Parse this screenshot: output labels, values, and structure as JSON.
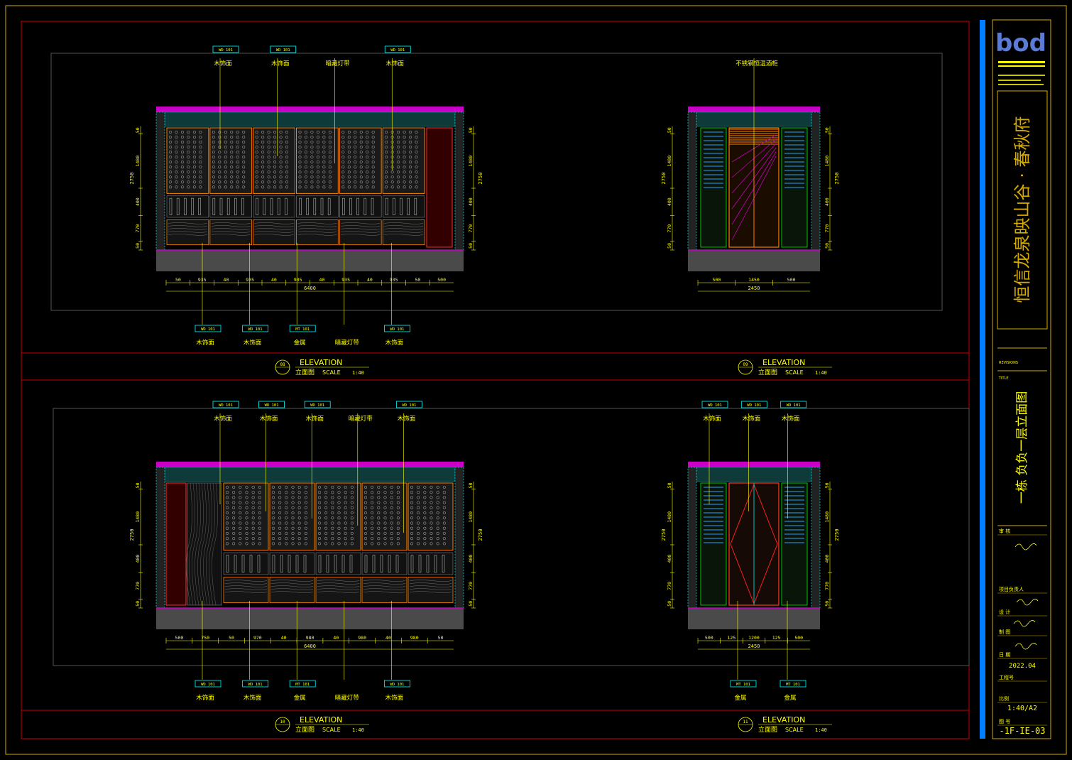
{
  "title_block": {
    "logo_text": "bod",
    "project_name": "恒信龙泉映山谷 · 春秋府",
    "sheet_title": "一栋 负负一层立面图",
    "date": "2022.04",
    "scale": "1:40/A2",
    "drawing_no": "-1F-IE-03",
    "row_labels": [
      "审 核",
      "项目负责人",
      "设 计",
      "制 图",
      "日 期",
      "工程号",
      "比例",
      "图 号"
    ],
    "revisions_label": "REVISIONS",
    "title_label": "TITLE"
  },
  "views": [
    {
      "id": "08",
      "title": "ELEVATION",
      "subtitle": "立面图",
      "scale_label": "SCALE",
      "scale_value": "1:40",
      "dims": [
        "50",
        "935",
        "40",
        "935",
        "40",
        "935",
        "40",
        "935",
        "40",
        "935",
        "50",
        "500"
      ],
      "total": "6400",
      "top_tags": [
        {
          "code": "WD 101",
          "desc": "木饰面"
        },
        {
          "code": "WD 101",
          "desc": "木饰面"
        },
        {
          "code": "",
          "desc": "暗藏灯带"
        },
        {
          "code": "WD 101",
          "desc": "木饰面"
        }
      ],
      "bottom_tags": [
        {
          "code": "WD 101",
          "desc": "木饰面"
        },
        {
          "code": "WD 101",
          "desc": "木饰面"
        },
        {
          "code": "MT 101",
          "desc": "金属"
        },
        {
          "code": "",
          "desc": "暗藏灯带"
        },
        {
          "code": "WD 101",
          "desc": "木饰面"
        }
      ]
    },
    {
      "id": "09",
      "title": "ELEVATION",
      "subtitle": "立面图",
      "scale_label": "SCALE",
      "scale_value": "1:40",
      "dims": [
        "500",
        "1450",
        "500"
      ],
      "total": "2450",
      "top_tags": [
        {
          "code": "",
          "desc": "不锈钢恒温酒柜"
        }
      ],
      "bottom_tags": []
    },
    {
      "id": "10",
      "title": "ELEVATION",
      "subtitle": "立面图",
      "scale_label": "SCALE",
      "scale_value": "1:40",
      "dims": [
        "500",
        "750",
        "50",
        "970",
        "40",
        "980",
        "40",
        "980",
        "40",
        "980",
        "50"
      ],
      "total": "6400",
      "top_tags": [
        {
          "code": "WD 101",
          "desc": "木饰面"
        },
        {
          "code": "WD 101",
          "desc": "木饰面"
        },
        {
          "code": "WD 101",
          "desc": "木饰面"
        },
        {
          "code": "",
          "desc": "暗藏灯带"
        },
        {
          "code": "WD 101",
          "desc": "木饰面"
        }
      ],
      "bottom_tags": [
        {
          "code": "WD 101",
          "desc": "木饰面"
        },
        {
          "code": "WD 101",
          "desc": "木饰面"
        },
        {
          "code": "MT 101",
          "desc": "金属"
        },
        {
          "code": "",
          "desc": "暗藏灯带"
        },
        {
          "code": "WD 101",
          "desc": "木饰面"
        }
      ]
    },
    {
      "id": "11",
      "title": "ELEVATION",
      "subtitle": "立面图",
      "scale_label": "SCALE",
      "scale_value": "1:40",
      "dims": [
        "500",
        "125",
        "1200",
        "125",
        "500"
      ],
      "total": "2450",
      "top_tags": [
        {
          "code": "WD 101",
          "desc": "木饰面"
        },
        {
          "code": "WD 101",
          "desc": "木饰面"
        },
        {
          "code": "WD 101",
          "desc": "木饰面"
        }
      ],
      "bottom_tags": [
        {
          "code": "MT 101",
          "desc": "金属"
        },
        {
          "code": "MT 101",
          "desc": "金属"
        }
      ]
    }
  ],
  "vertical_dims": [
    "50",
    "1480",
    "400",
    "770",
    "50"
  ],
  "vertical_total": "2750",
  "colors": {
    "frame": "#d4aa00",
    "red_line": "#c80000",
    "yellow": "#ffff00",
    "cyan": "#00ffff",
    "orange": "#ff8000",
    "green": "#00c800",
    "magenta": "#c800c8",
    "gray_floor": "#4a4a4a",
    "blue_bar": "#0080ff"
  }
}
